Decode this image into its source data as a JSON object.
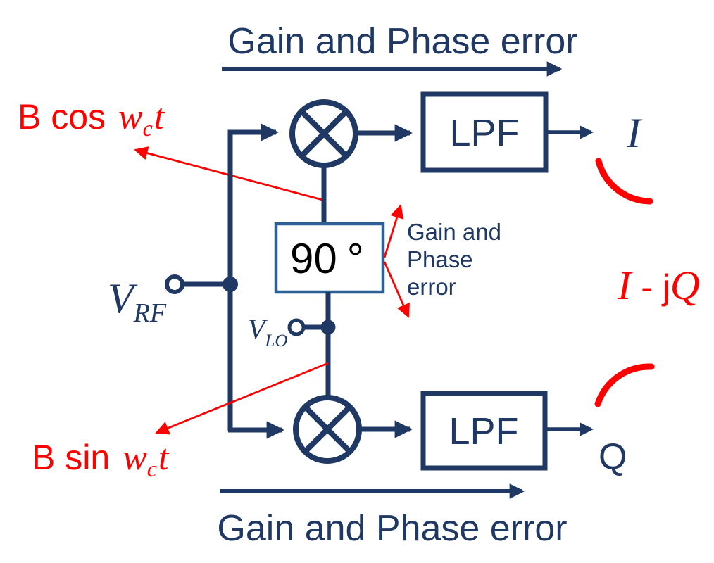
{
  "diagram": {
    "title_top": "Gain and Phase error",
    "title_bottom": "Gain and Phase error",
    "input_top": {
      "prefix": "B cos ",
      "omega": "w",
      "omega_sub": "c",
      "time": "t"
    },
    "input_bottom": {
      "prefix": "B sin ",
      "omega": "w",
      "omega_sub": "c",
      "time": "t"
    },
    "rf_port": {
      "symbol": "V",
      "subscript": "RF"
    },
    "lo_port": {
      "symbol": "V",
      "subscript": "LO"
    },
    "phase_shifter": {
      "value": "90",
      "degree": "°"
    },
    "phase_note": [
      "Gain and",
      "Phase",
      "error"
    ],
    "lpf_top": "LPF",
    "lpf_bottom": "LPF",
    "output_i": "I",
    "output_q": "Q",
    "complex_output": {
      "i": "I",
      "minus": " - ",
      "j": "j",
      "q": "Q"
    }
  },
  "colors": {
    "navy": "#1f3864",
    "steel_blue": "#2e6092",
    "red": "#ff0000",
    "phase_value_black": "#000000",
    "background": "#ffffff"
  }
}
